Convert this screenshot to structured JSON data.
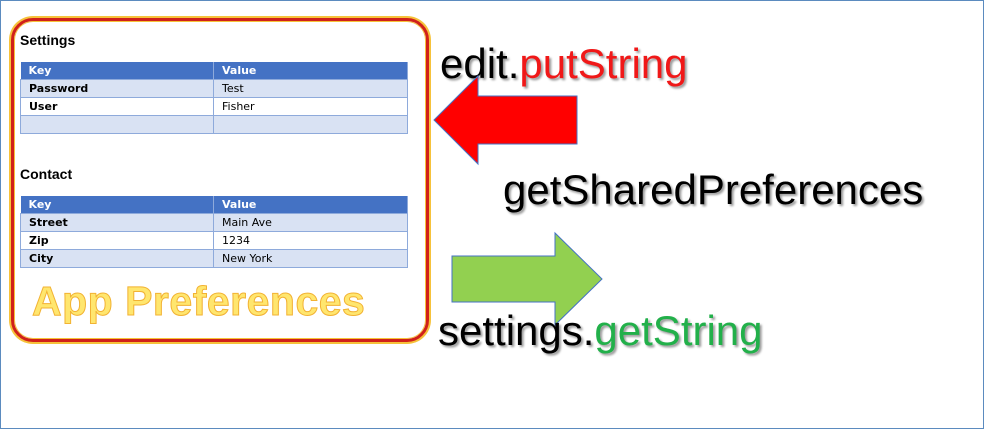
{
  "settings": {
    "title": "Settings",
    "header": {
      "key": "Key",
      "value": "Value"
    },
    "rows": [
      {
        "key": "Password",
        "value": "Test"
      },
      {
        "key": "User",
        "value": "Fisher"
      },
      {
        "key": "",
        "value": ""
      }
    ]
  },
  "contact": {
    "title": "Contact",
    "header": {
      "key": "Key",
      "value": "Value"
    },
    "rows": [
      {
        "key": "Street",
        "value": "Main Ave"
      },
      {
        "key": "Zip",
        "value": "1234"
      },
      {
        "key": "City",
        "value": "New York"
      }
    ]
  },
  "store_label": "App Preferences",
  "put_call": {
    "object": "edit.",
    "method": "putString"
  },
  "get_prefs_call": "getSharedPreferences",
  "get_call": {
    "object": "settings.",
    "method": "getString"
  },
  "colors": {
    "put_arrow": "#ff0000",
    "get_arrow": "#92d050",
    "put_method": "#f01818",
    "get_method": "#22b04a",
    "box_border": "#d0201a",
    "store_label": "#ffe66e",
    "table_header": "#4472c4"
  },
  "icons": {
    "put_arrow": "left-arrow-icon",
    "get_arrow": "right-arrow-icon"
  }
}
